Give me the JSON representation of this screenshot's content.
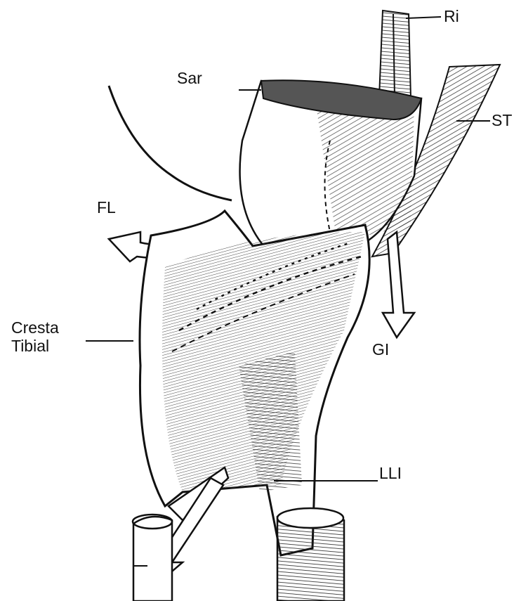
{
  "labels": {
    "ri": "Ri",
    "sar": "Sar",
    "st": "ST",
    "fl": "FL",
    "cresta_line1": "Cresta",
    "cresta_line2": "Tibial",
    "gi": "GI",
    "lli": "LLI"
  },
  "colors": {
    "ink": "#111111",
    "background": "#ffffff",
    "shade": "#555555"
  }
}
